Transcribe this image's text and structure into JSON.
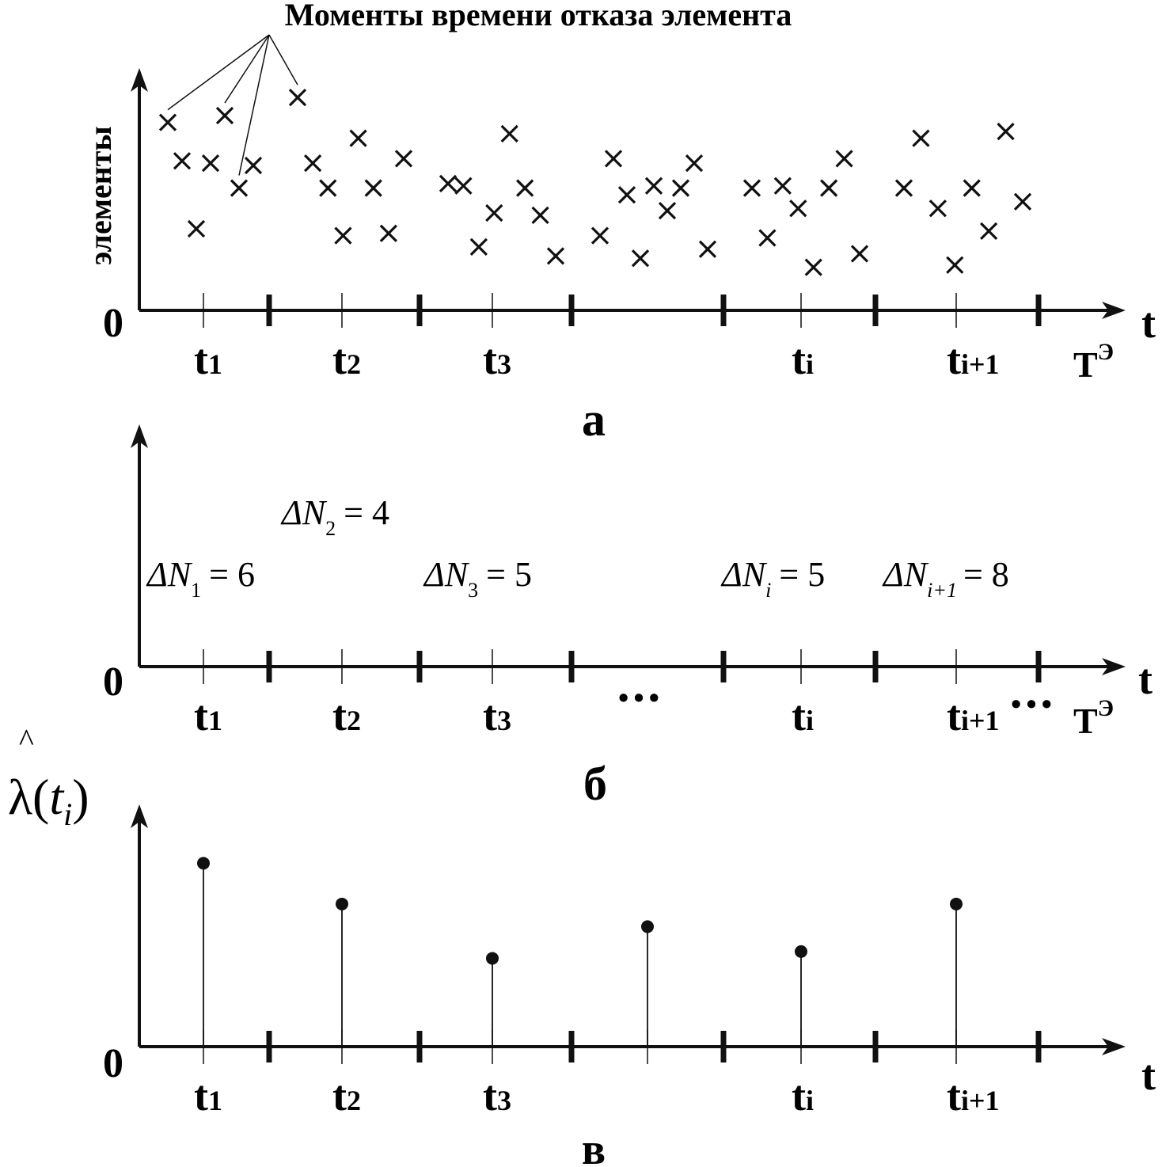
{
  "callout": "Моменты времени отказа элемента",
  "panel_a": {
    "ylabel": "элементы",
    "origin": "0",
    "xaxis": "t",
    "intervals": [
      "t1",
      "t2",
      "t3",
      "",
      "ti",
      "ti+1"
    ],
    "end_label": "Т",
    "end_label_sup": "Э",
    "letter": "а"
  },
  "panel_b": {
    "origin": "0",
    "xaxis": "t",
    "intervals": [
      "t1",
      "t2",
      "t3",
      "",
      "ti",
      "ti+1"
    ],
    "ellipsis": "•••",
    "ellipsis_end": "•••",
    "end_label": "Т",
    "end_label_sup": "Э",
    "letter": "б",
    "counts": [
      {
        "delta": "ΔN",
        "sub": "1",
        "eq": "= 6"
      },
      {
        "delta": "ΔN",
        "sub": "2",
        "eq": "= 4"
      },
      {
        "delta": "ΔN",
        "sub": "3",
        "eq": "= 5"
      },
      {
        "delta": "ΔN",
        "sub": "i",
        "eq": "= 5"
      },
      {
        "delta": "ΔN",
        "sub": "i+1",
        "eq": "= 8"
      }
    ]
  },
  "panel_c": {
    "ylabel_hat": "^",
    "ylabel_lambda": "λ",
    "ylabel_open": "(",
    "ylabel_t": "t",
    "ylabel_sub": "i",
    "ylabel_close": ")",
    "origin": "0",
    "xaxis": "t",
    "intervals": [
      "t1",
      "t2",
      "t3",
      "",
      "ti",
      "ti+1"
    ],
    "letter": "в",
    "stems": [
      0.81,
      0.63,
      0.39,
      0.53,
      0.42,
      0.63
    ]
  },
  "failure_points": [
    {
      "interval": 0,
      "y": 0.83
    },
    {
      "interval": 0,
      "y": 0.66
    },
    {
      "interval": 0,
      "y": 0.36
    },
    {
      "interval": 0,
      "y": 0.65
    },
    {
      "interval": 0,
      "y": 0.86
    },
    {
      "interval": 0,
      "y": 0.54
    },
    {
      "interval": 0,
      "y": 0.64
    },
    {
      "interval": 1,
      "y": 0.94
    },
    {
      "interval": 1,
      "y": 0.65
    },
    {
      "interval": 1,
      "y": 0.54
    },
    {
      "interval": 1,
      "y": 0.33
    },
    {
      "interval": 1,
      "y": 0.76
    },
    {
      "interval": 1,
      "y": 0.54
    },
    {
      "interval": 1,
      "y": 0.34
    },
    {
      "interval": 1,
      "y": 0.67
    },
    {
      "interval": 2,
      "y": 0.56
    },
    {
      "interval": 2,
      "y": 0.55
    },
    {
      "interval": 2,
      "y": 0.28
    },
    {
      "interval": 2,
      "y": 0.43
    },
    {
      "interval": 2,
      "y": 0.78
    },
    {
      "interval": 2,
      "y": 0.54
    },
    {
      "interval": 2,
      "y": 0.42
    },
    {
      "interval": 2,
      "y": 0.24
    },
    {
      "interval": 3,
      "y": 0.33
    },
    {
      "interval": 3,
      "y": 0.67
    },
    {
      "interval": 3,
      "y": 0.51
    },
    {
      "interval": 3,
      "y": 0.23
    },
    {
      "interval": 3,
      "y": 0.55
    },
    {
      "interval": 3,
      "y": 0.44
    },
    {
      "interval": 3,
      "y": 0.54
    },
    {
      "interval": 3,
      "y": 0.65
    },
    {
      "interval": 3,
      "y": 0.27
    },
    {
      "interval": 4,
      "y": 0.54
    },
    {
      "interval": 4,
      "y": 0.32
    },
    {
      "interval": 4,
      "y": 0.55
    },
    {
      "interval": 4,
      "y": 0.45
    },
    {
      "interval": 4,
      "y": 0.19
    },
    {
      "interval": 4,
      "y": 0.54
    },
    {
      "interval": 4,
      "y": 0.67
    },
    {
      "interval": 4,
      "y": 0.25
    },
    {
      "interval": 5,
      "y": 0.54
    },
    {
      "interval": 5,
      "y": 0.76
    },
    {
      "interval": 5,
      "y": 0.45
    },
    {
      "interval": 5,
      "y": 0.2
    },
    {
      "interval": 5,
      "y": 0.54
    },
    {
      "interval": 5,
      "y": 0.35
    },
    {
      "interval": 5,
      "y": 0.79
    },
    {
      "interval": 5,
      "y": 0.48
    }
  ],
  "callout_targets": [
    0,
    5,
    4,
    7
  ]
}
